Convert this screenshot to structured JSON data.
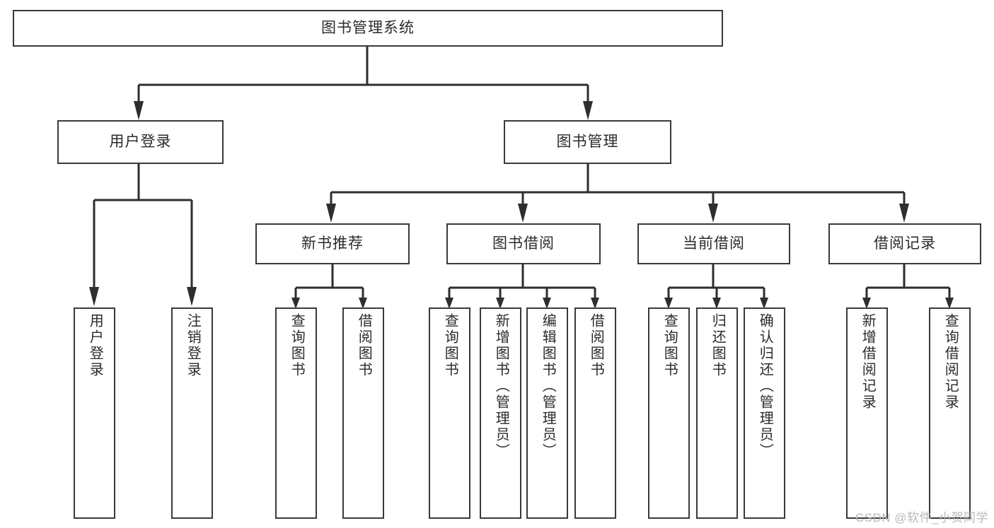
{
  "diagram": {
    "title": "图书管理系统",
    "type": "tree",
    "watermark": "CSDN @软件_小贺同学",
    "colors": {
      "box_border": "#3a3a3a",
      "box_fill": "#ffffff",
      "edge": "#2e2e2e",
      "text": "#2b2b2b",
      "watermark": "#b9b9b9",
      "background": "#ffffff"
    },
    "root": {
      "id": "root",
      "label": "图书管理系统"
    },
    "level2": [
      {
        "id": "user-login",
        "label": "用户登录"
      },
      {
        "id": "book-manage",
        "label": "图书管理"
      }
    ],
    "level3": [
      {
        "id": "new-book-recommend",
        "label": "新书推荐",
        "parent": "book-manage"
      },
      {
        "id": "book-borrow",
        "label": "图书借阅",
        "parent": "book-manage"
      },
      {
        "id": "current-borrow",
        "label": "当前借阅",
        "parent": "book-manage"
      },
      {
        "id": "borrow-record",
        "label": "借阅记录",
        "parent": "book-manage"
      }
    ],
    "leaves": [
      {
        "id": "leaf-user-login",
        "label": "用户登录",
        "parent": "user-login"
      },
      {
        "id": "leaf-user-logout",
        "label": "注销登录",
        "parent": "user-login"
      },
      {
        "id": "leaf-query-book-1",
        "label": "查询图书",
        "parent": "new-book-recommend"
      },
      {
        "id": "leaf-borrow-book-1",
        "label": "借阅图书",
        "parent": "new-book-recommend"
      },
      {
        "id": "leaf-query-book-2",
        "label": "查询图书",
        "parent": "book-borrow"
      },
      {
        "id": "leaf-add-book",
        "label": "新增图书（管理员）",
        "parent": "book-borrow"
      },
      {
        "id": "leaf-edit-book",
        "label": "编辑图书（管理员）",
        "parent": "book-borrow"
      },
      {
        "id": "leaf-borrow-book-2",
        "label": "借阅图书",
        "parent": "book-borrow"
      },
      {
        "id": "leaf-query-book-3",
        "label": "查询图书",
        "parent": "current-borrow"
      },
      {
        "id": "leaf-return-book",
        "label": "归还图书",
        "parent": "current-borrow"
      },
      {
        "id": "leaf-confirm-return",
        "label": "确认归还（管理员）",
        "parent": "current-borrow"
      },
      {
        "id": "leaf-add-record",
        "label": "新增借阅记录",
        "parent": "borrow-record"
      },
      {
        "id": "leaf-query-record",
        "label": "查询借阅记录",
        "parent": "borrow-record"
      }
    ]
  }
}
